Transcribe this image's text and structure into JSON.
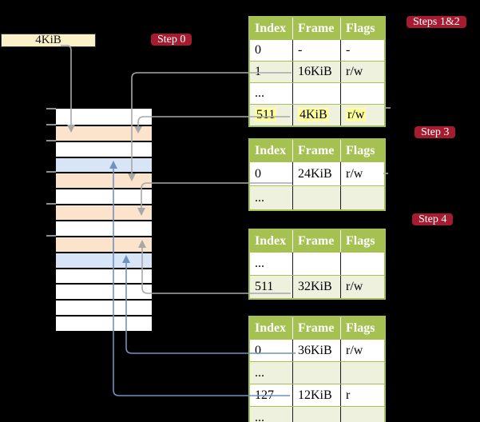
{
  "colors": {
    "background": "#000000",
    "table-green": "#a5c152",
    "table-row-alt": "#edf1de",
    "badge-red": "#a51c30",
    "frame-box-yellow": "#fbf0c8",
    "mem-free": "#ffffff",
    "mem-table": "#fce4cc",
    "mem-data": "#d7e5f7",
    "highlight-yellow": "#ffff9d",
    "line-gray": "#a8a8a8",
    "line-blue": "#6f92c2"
  },
  "frame_box": {
    "label": "4KiB"
  },
  "badges": {
    "step0": "Step 0",
    "steps12": "Steps 1&2",
    "step3": "Step 3",
    "step4": "Step 4"
  },
  "tables": [
    {
      "headers": [
        "Index",
        "Frame",
        "Flags"
      ],
      "rows": [
        {
          "cells": [
            "0",
            "-",
            "-"
          ],
          "highlight": false
        },
        {
          "cells": [
            "1",
            "16KiB",
            "r/w"
          ],
          "highlight": false
        },
        {
          "cells": [
            "...",
            "",
            ""
          ],
          "highlight": false
        },
        {
          "cells": [
            "511",
            "4KiB",
            "r/w"
          ],
          "highlight": true
        }
      ]
    },
    {
      "headers": [
        "Index",
        "Frame",
        "Flags"
      ],
      "rows": [
        {
          "cells": [
            "0",
            "24KiB",
            "r/w"
          ],
          "highlight": false
        },
        {
          "cells": [
            "...",
            "",
            ""
          ],
          "highlight": false
        }
      ]
    },
    {
      "headers": [
        "Index",
        "Frame",
        "Flags"
      ],
      "rows": [
        {
          "cells": [
            "...",
            "",
            ""
          ],
          "highlight": false
        },
        {
          "cells": [
            "511",
            "32KiB",
            "r/w"
          ],
          "highlight": false
        }
      ]
    },
    {
      "headers": [
        "Index",
        "Frame",
        "Flags"
      ],
      "rows": [
        {
          "cells": [
            "0",
            "36KiB",
            "r/w"
          ],
          "highlight": false
        },
        {
          "cells": [
            "...",
            "",
            ""
          ],
          "highlight": false
        },
        {
          "cells": [
            "127",
            "12KiB",
            "r"
          ],
          "highlight": false
        },
        {
          "cells": [
            "...",
            "",
            ""
          ],
          "highlight": false
        }
      ]
    }
  ],
  "memory": {
    "rows": [
      {
        "kind": "free"
      },
      {
        "kind": "table"
      },
      {
        "kind": "free"
      },
      {
        "kind": "data"
      },
      {
        "kind": "table"
      },
      {
        "kind": "free"
      },
      {
        "kind": "table"
      },
      {
        "kind": "free"
      },
      {
        "kind": "table"
      },
      {
        "kind": "data"
      },
      {
        "kind": "free"
      },
      {
        "kind": "free"
      },
      {
        "kind": "free"
      },
      {
        "kind": "free"
      }
    ]
  },
  "connections": [
    {
      "from": "frame-size-box",
      "to": "memory-frame-2",
      "color": "gray"
    },
    {
      "from": "table1-entry-1",
      "to": "memory-frame-5",
      "color": "gray"
    },
    {
      "from": "table1-entry-511",
      "to": "memory-frame-2",
      "color": "gray"
    },
    {
      "from": "table2-entry-0",
      "to": "memory-frame-7",
      "color": "gray"
    },
    {
      "from": "table3-entry-511",
      "to": "memory-frame-9",
      "color": "gray"
    },
    {
      "from": "table4-entry-0",
      "to": "memory-frame-10",
      "color": "blue"
    },
    {
      "from": "table4-entry-127",
      "to": "memory-frame-4",
      "color": "blue"
    }
  ]
}
